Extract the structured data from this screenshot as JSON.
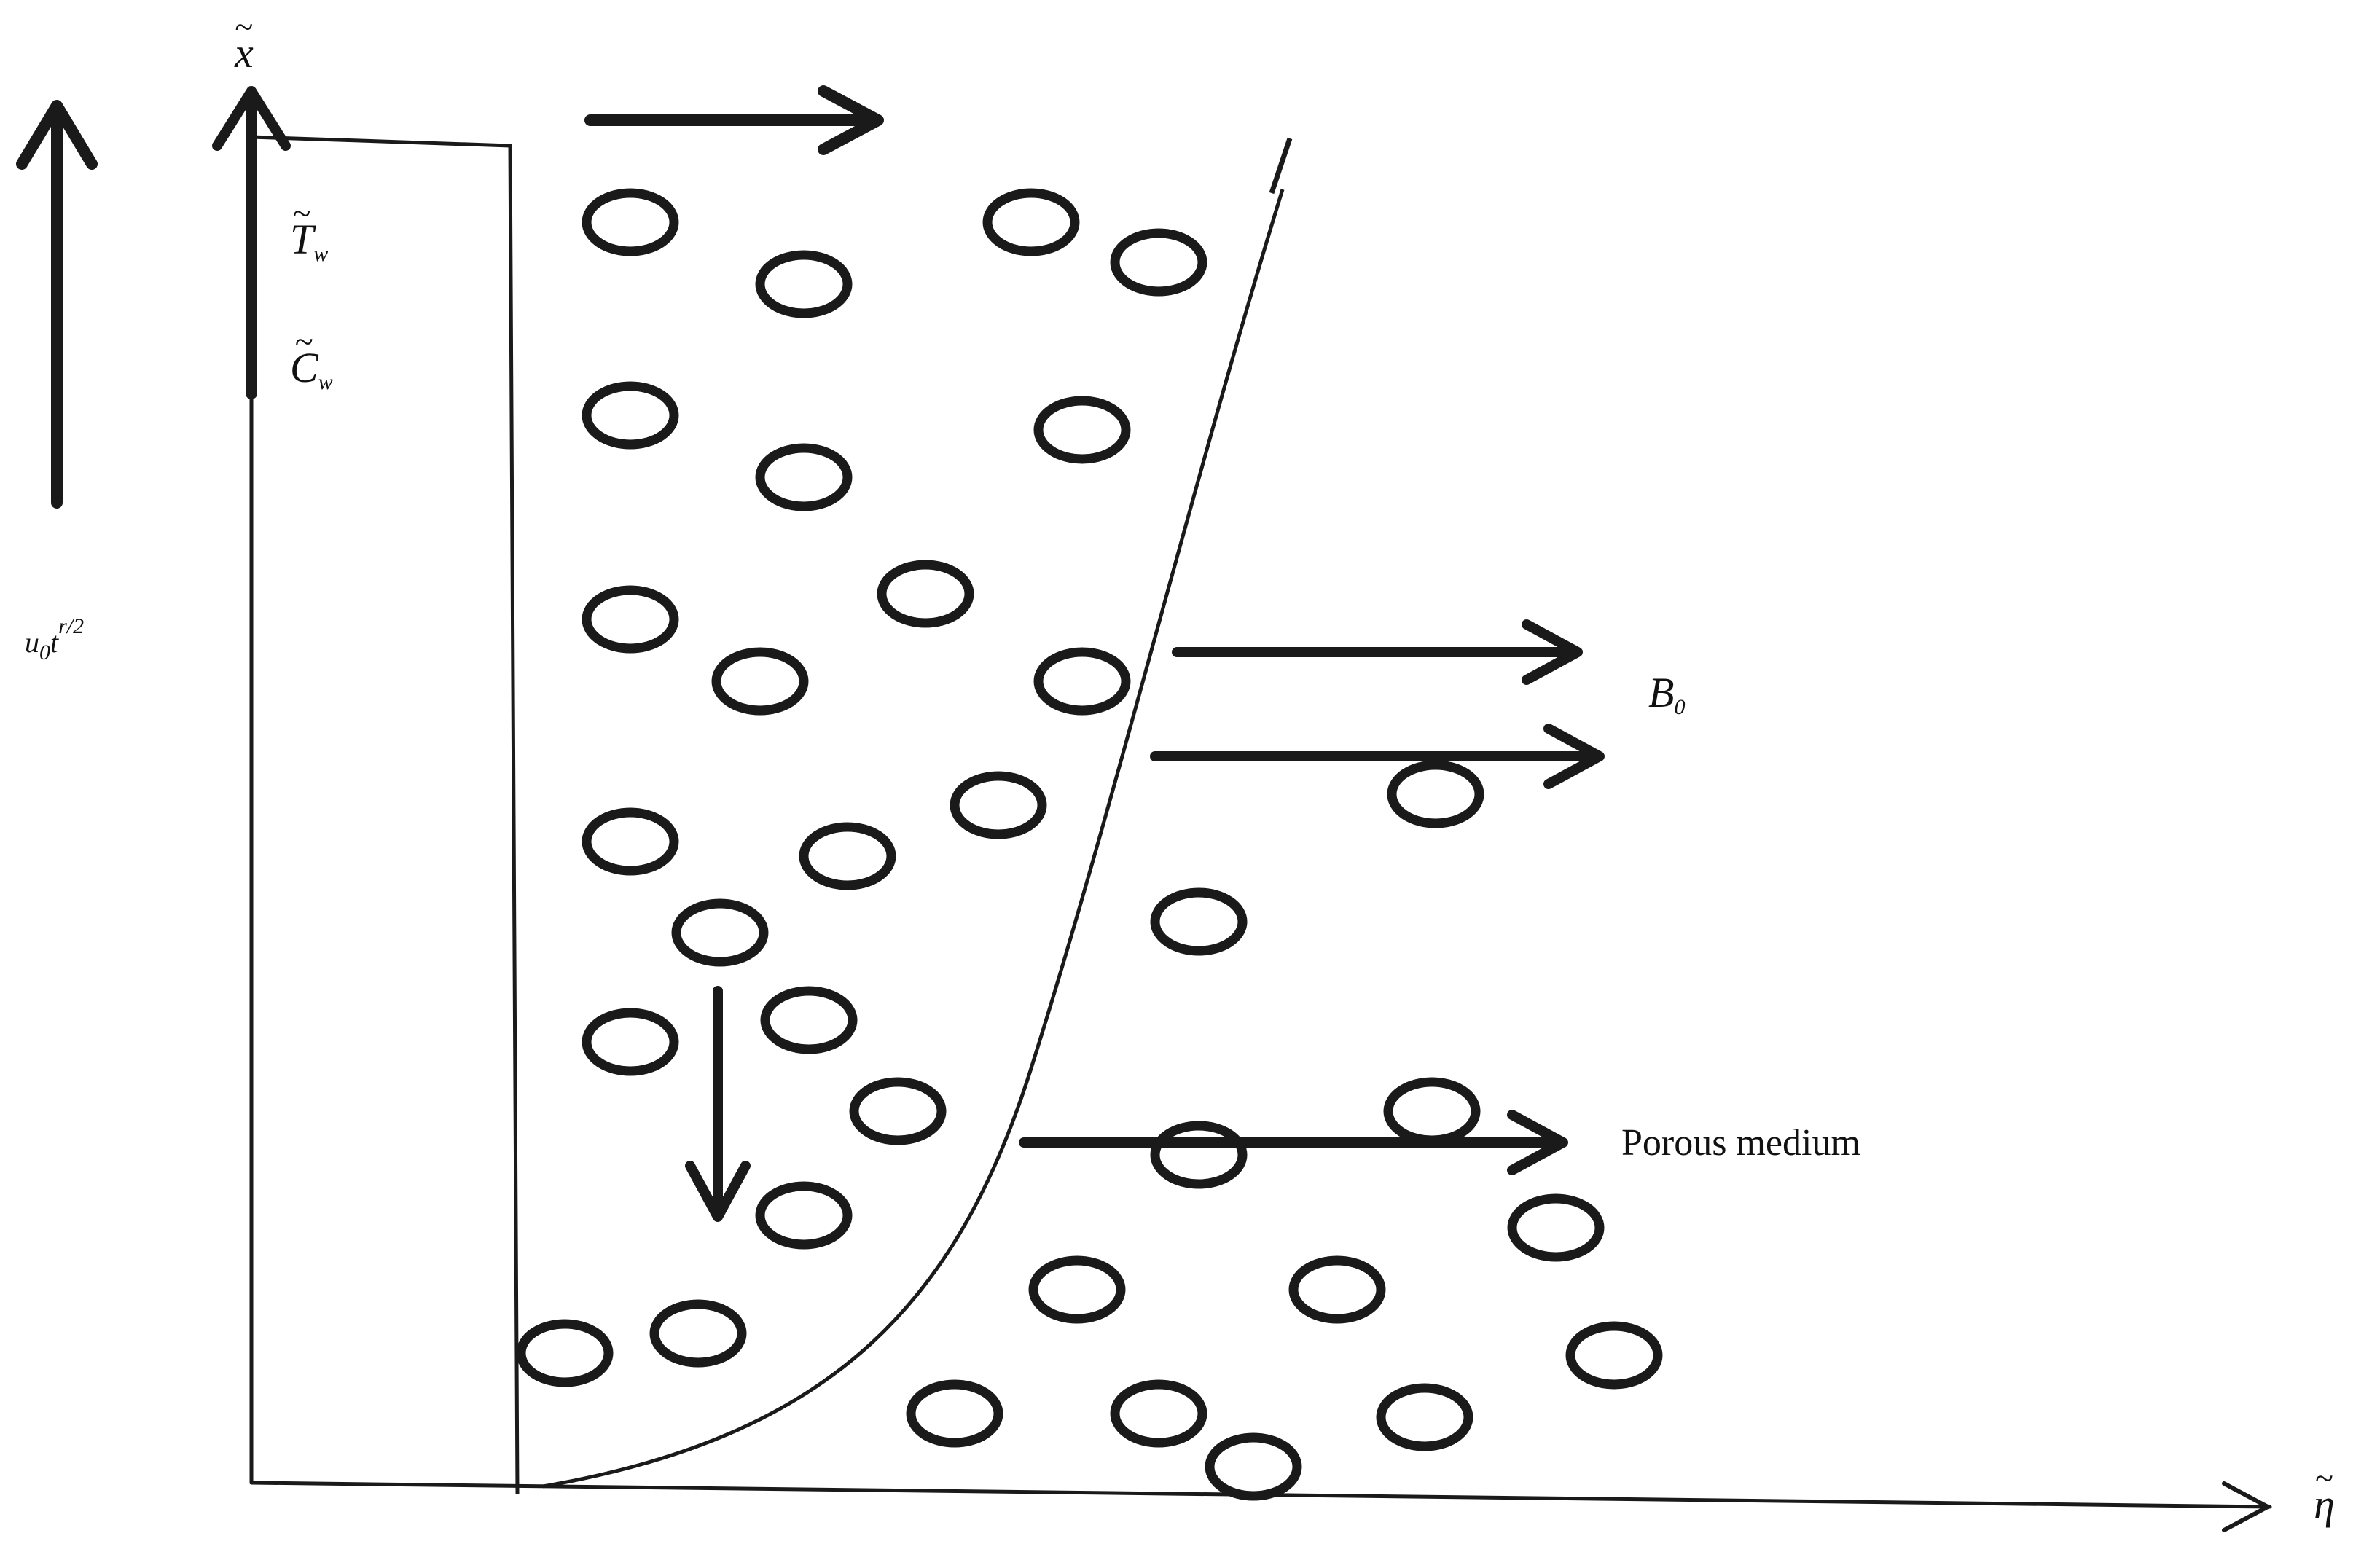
{
  "labels": {
    "x_axis": "x",
    "eta_axis": "η",
    "wall_temperature": {
      "base": "T",
      "sub": "w"
    },
    "wall_concentration": {
      "base": "C",
      "sub": "w"
    },
    "wall_velocity": {
      "base": "u",
      "sub": "0",
      "rest": "t",
      "sup": "r/2"
    },
    "magnetic_field": {
      "base": "B",
      "sub": "0"
    },
    "porous_medium": "Porous medium"
  },
  "colors": {
    "stroke": "#1a1a1a",
    "background": "#ffffff"
  },
  "icons": {
    "arrows": "arrow-icon",
    "particles": "porous-particle-icon"
  }
}
